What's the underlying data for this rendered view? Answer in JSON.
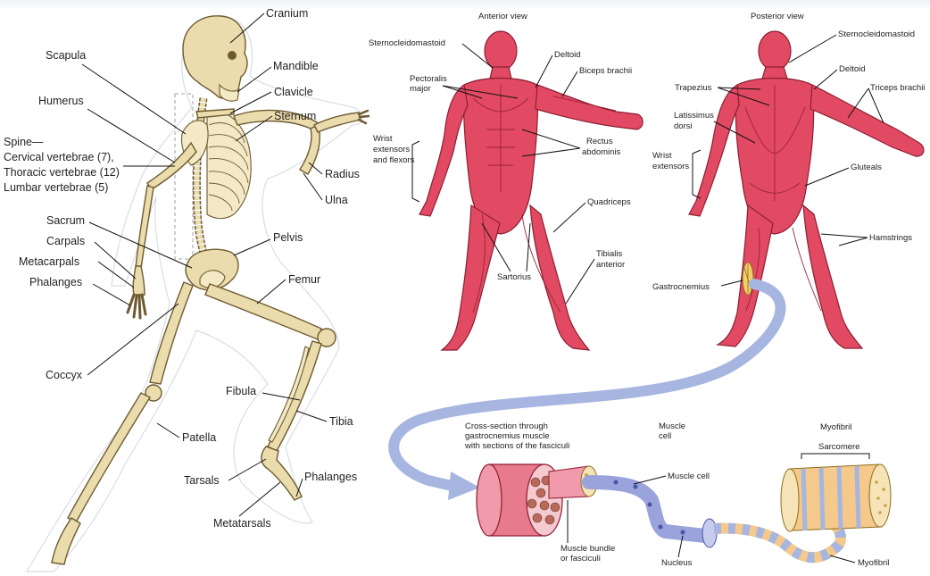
{
  "skeleton": {
    "labels": {
      "cranium": "Cranium",
      "scapula": "Scapula",
      "mandible": "Mandible",
      "clavicle": "Clavicle",
      "humerus": "Humerus",
      "sternum": "Sternum",
      "spine": "Spine—",
      "cervical": "Cervical vertebrae (7),",
      "thoracic": "Thoracic vertebrae (12)",
      "lumbar": "Lumbar vertebrae (5)",
      "radius": "Radius",
      "ulna": "Ulna",
      "sacrum": "Sacrum",
      "carpals": "Carpals",
      "metacarpals": "Metacarpals",
      "phalanges_hand": "Phalanges",
      "pelvis": "Pelvis",
      "femur": "Femur",
      "coccyx": "Coccyx",
      "fibula": "Fibula",
      "tibia": "Tibia",
      "patella": "Patella",
      "tarsals": "Tarsals",
      "phalanges_foot": "Phalanges",
      "metatarsals": "Metatarsals"
    }
  },
  "anterior": {
    "title": "Anterior view",
    "labels": {
      "sternocleidomastoid": "Sternocleidomastoid",
      "deltoid": "Deltoid",
      "pectoralis1": "Pectoralis",
      "pectoralis2": "major",
      "biceps": "Biceps brachii",
      "wrist1": "Wrist",
      "wrist2": "extensors",
      "wrist3": "and flexors",
      "rectus1": "Rectus",
      "rectus2": "abdominis",
      "quadriceps": "Quadriceps",
      "tibialis1": "Tibialis",
      "tibialis2": "anterior",
      "sartorius": "Sartorius"
    }
  },
  "posterior": {
    "title": "Posterior view",
    "labels": {
      "sternocleidomastoid": "Sternocleidomastoid",
      "deltoid": "Deltoid",
      "trapezius": "Trapezius",
      "triceps": "Triceps brachii",
      "latissimus1": "Latissimus",
      "latissimus2": "dorsi",
      "wrist1": "Wrist",
      "wrist2": "extensors",
      "gluteals": "Gluteals",
      "hamstrings": "Hamstrings",
      "gastrocnemius": "Gastrocnemius"
    }
  },
  "structure": {
    "cross1": "Cross-section through",
    "cross2": "gastrocnemius muscle",
    "cross3": "with sections of the fasciculi",
    "musclecell_title1": "Muscle",
    "musclecell_title2": "cell",
    "myofibril_title": "Myofibril",
    "sarcomere": "Sarcomere",
    "muscle_cell": "Muscle cell",
    "bundle1": "Muscle bundle",
    "bundle2": "or fasciculi",
    "nucleus": "Nucleus",
    "myofibril": "Myofibril"
  },
  "colors": {
    "bone": "#eadcad",
    "muscle": "#e24a63",
    "arrow": "#a7b6e0",
    "cell": "#9aa3dc",
    "myofibril_stripe": "#f4c98b"
  }
}
